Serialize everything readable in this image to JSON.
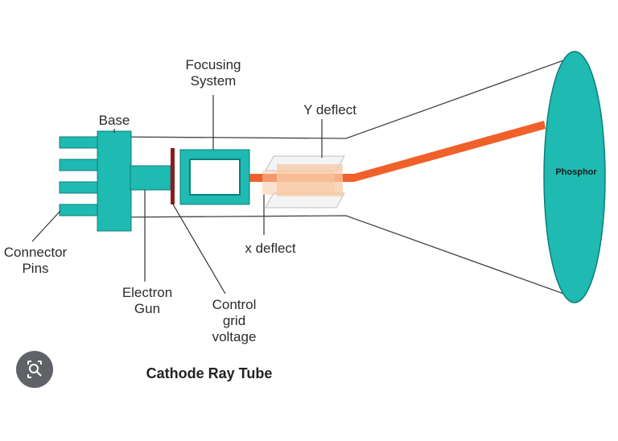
{
  "diagram": {
    "caption": "Cathode Ray Tube",
    "labels": {
      "base": "Base",
      "focusing_system": "Focusing\nSystem",
      "y_deflect": "Y deflect",
      "x_deflect": "x deflect",
      "connector_pins": "Connector\nPins",
      "electron_gun": "Electron\nGun",
      "control_grid": "Control\ngrid\nvoltage",
      "phosphor": "Phosphor"
    },
    "colors": {
      "teal": "#1fbab1",
      "beam": "#f0602a",
      "grid": "#8b1e1e",
      "plate": "#f7c9a6"
    }
  },
  "overlay": {
    "icon": "lens-search-icon"
  }
}
